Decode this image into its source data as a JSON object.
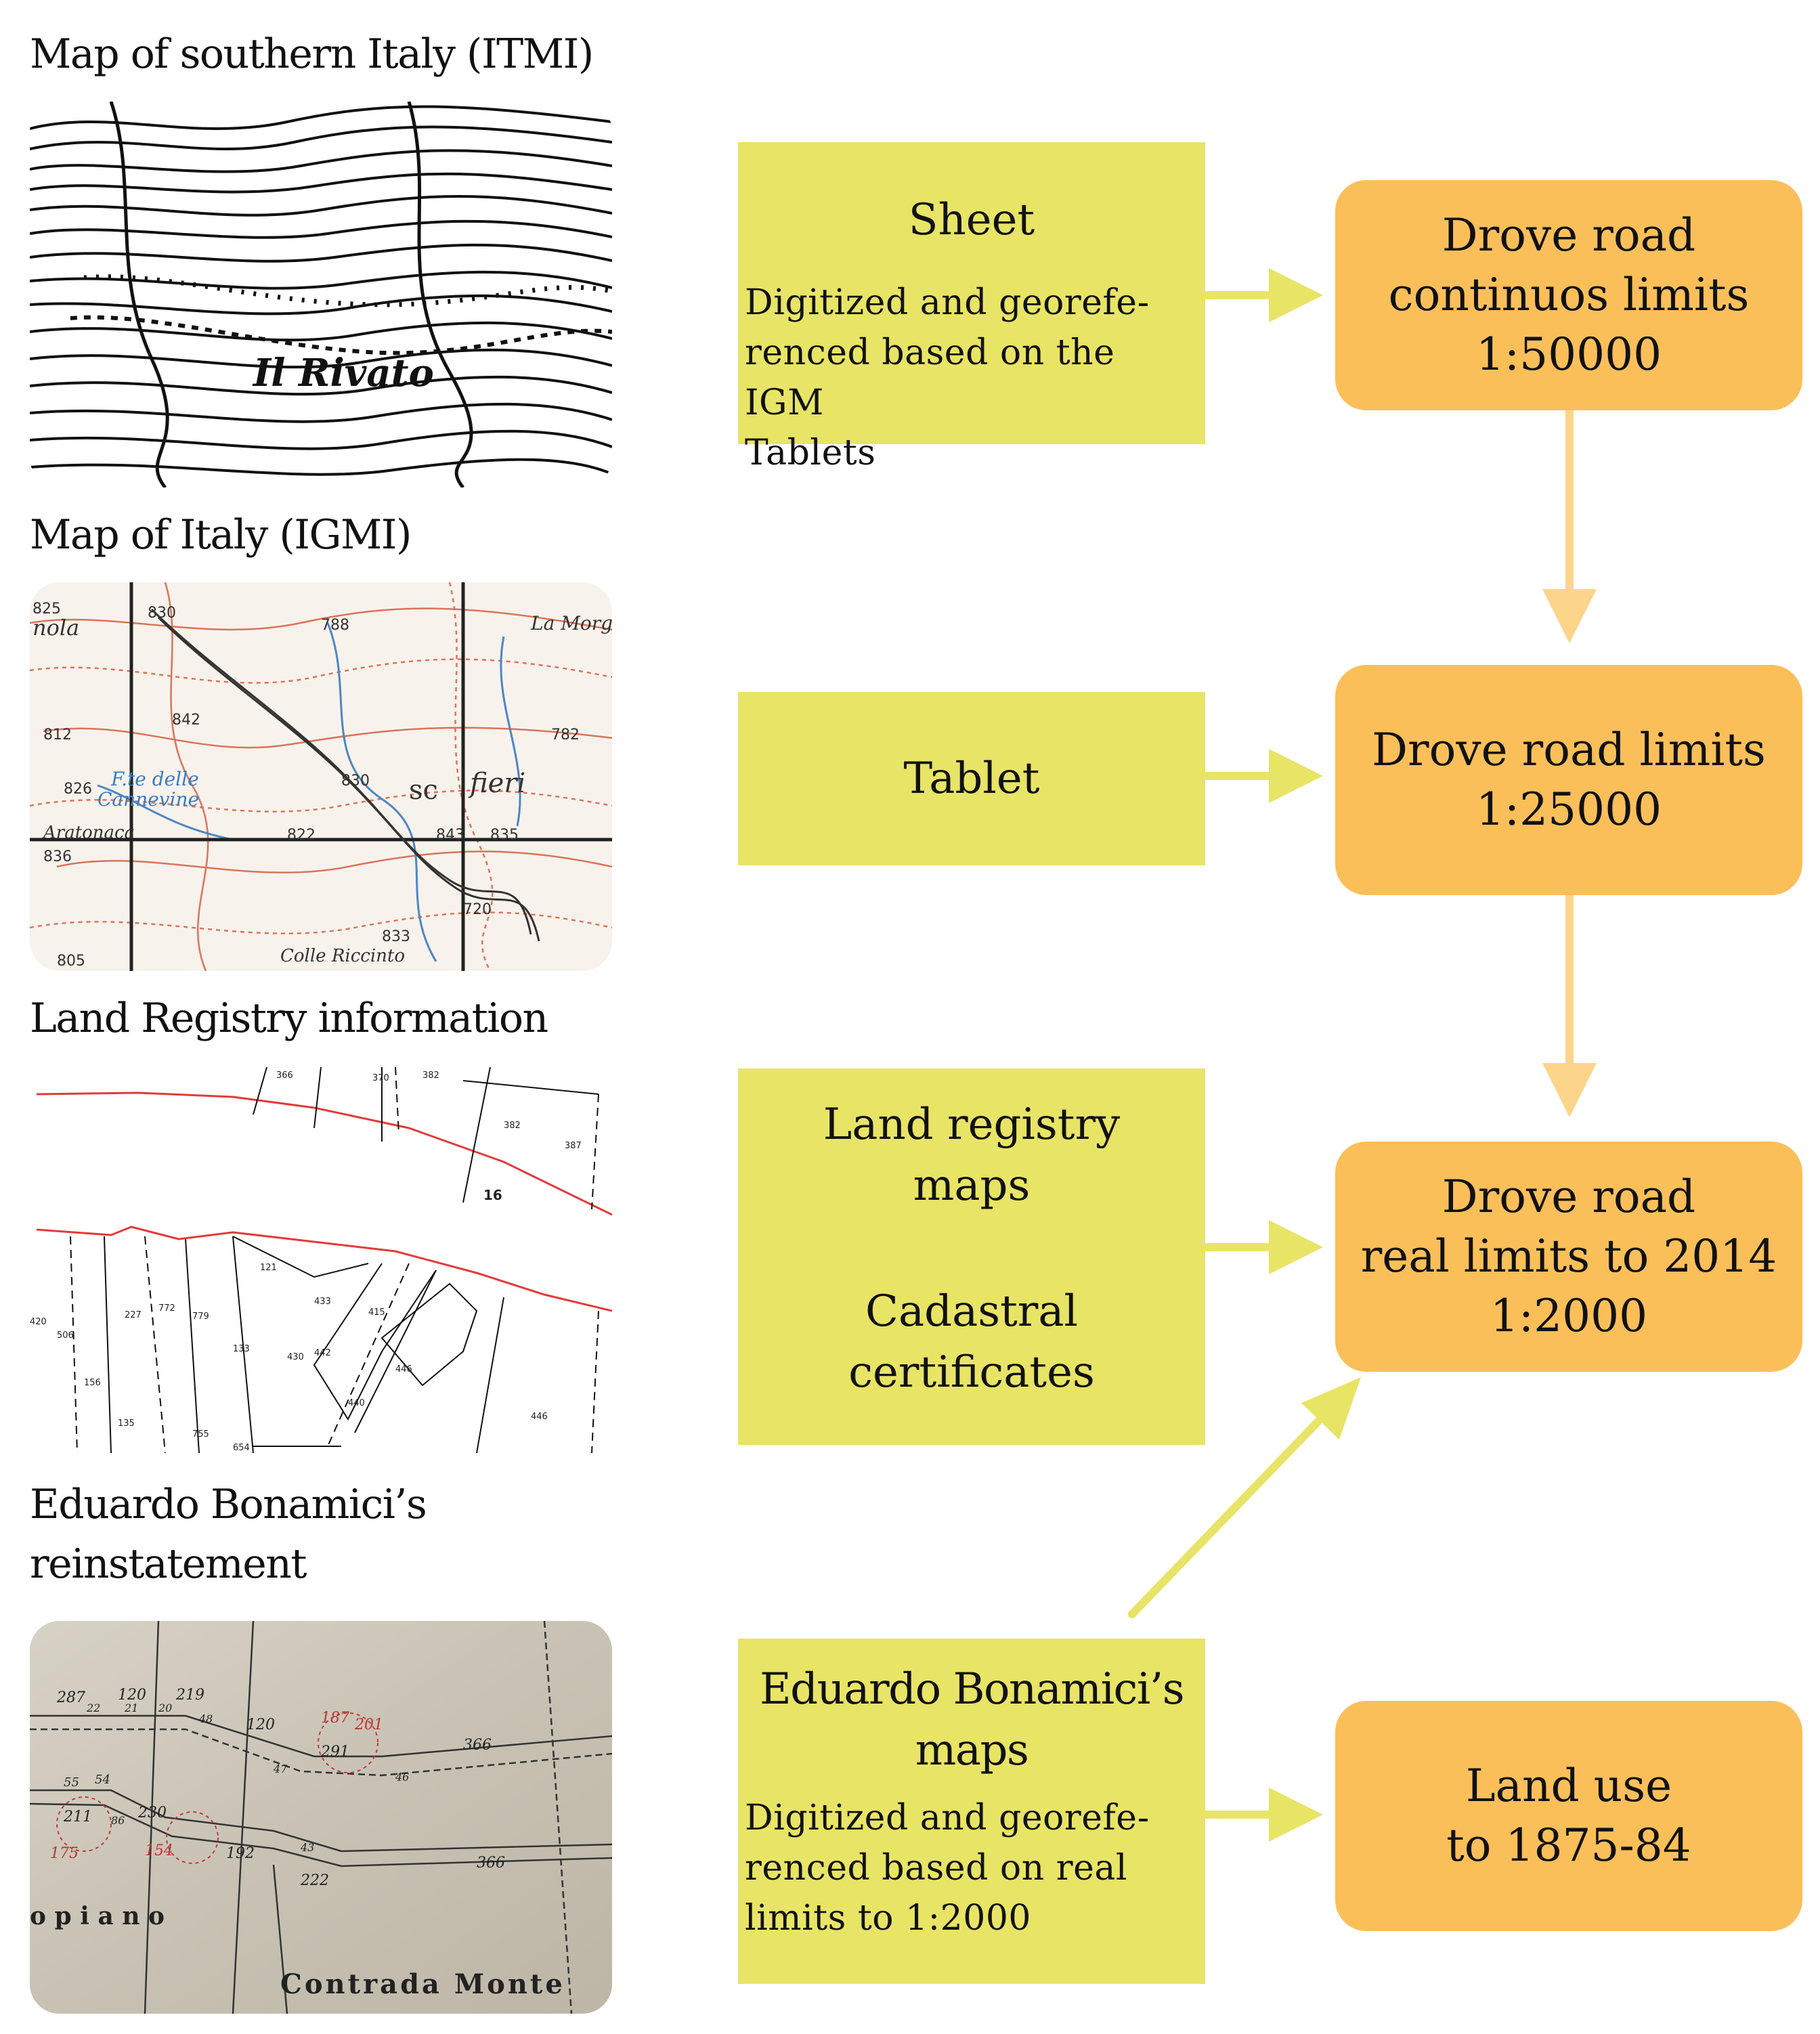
{
  "sources": [
    {
      "label": "Map of southern Italy (ITMI)"
    },
    {
      "label": "Map of Italy (IGMI)",
      "map_text": [
        "825",
        "nola",
        "830",
        "788",
        "La Morg",
        "842",
        "812",
        "782",
        "F.te delle",
        "Cannevine",
        "830",
        "sc",
        "fieri",
        "826",
        "843",
        "835",
        "Aratonaca",
        "822",
        "836",
        "720",
        "833",
        "Colle Riccinto",
        "805"
      ]
    },
    {
      "label": "Land Registry information",
      "map_text": [
        "366",
        "370",
        "382",
        "382",
        "387",
        "16",
        "121",
        "420",
        "506",
        "227",
        "772",
        "779",
        "433",
        "415",
        "133",
        "430",
        "442",
        "446",
        "156",
        "440",
        "135",
        "755",
        "654",
        "446"
      ]
    },
    {
      "label_lines": [
        "Eduardo Bonamici’s",
        "reinstatement"
      ],
      "map_text": [
        "287",
        "120",
        "219",
        "22",
        "21",
        "20",
        "48",
        "120",
        "187",
        "201",
        "366",
        "291",
        "47",
        "46",
        "55",
        "54",
        "211",
        "86",
        "230",
        "175",
        "154",
        "192",
        "43",
        "366",
        "222",
        "o p i a n o",
        "Contrada Monte"
      ]
    }
  ],
  "inputs": {
    "sheet": {
      "title": "Sheet",
      "desc": "Digitized and georefe-\nrenced based on the IGM\nTablets"
    },
    "tablet": {
      "title": "Tablet"
    },
    "land_registry": {
      "title": "Land registry\nmaps",
      "title2": "Cadastral\ncertificates"
    },
    "bonamici": {
      "title": "Eduardo Bonamici’s\nmaps",
      "desc": "Digitized and georefe-\nrenced based on real\nlimits to 1:2000"
    }
  },
  "outputs": {
    "continuous": [
      "Drove road",
      "continuos limits",
      "1:50000"
    ],
    "limits25": [
      "Drove road limits",
      "1:25000"
    ],
    "real": [
      "Drove road",
      "real limits to 2014",
      "1:2000"
    ],
    "landuse": [
      "Land use",
      "to 1875-84"
    ]
  },
  "colors": {
    "input_box": "#e8e466",
    "output_box": "#fbbf5a",
    "input_arrow": "#e8e466",
    "output_arrow": "#fcd58a"
  }
}
